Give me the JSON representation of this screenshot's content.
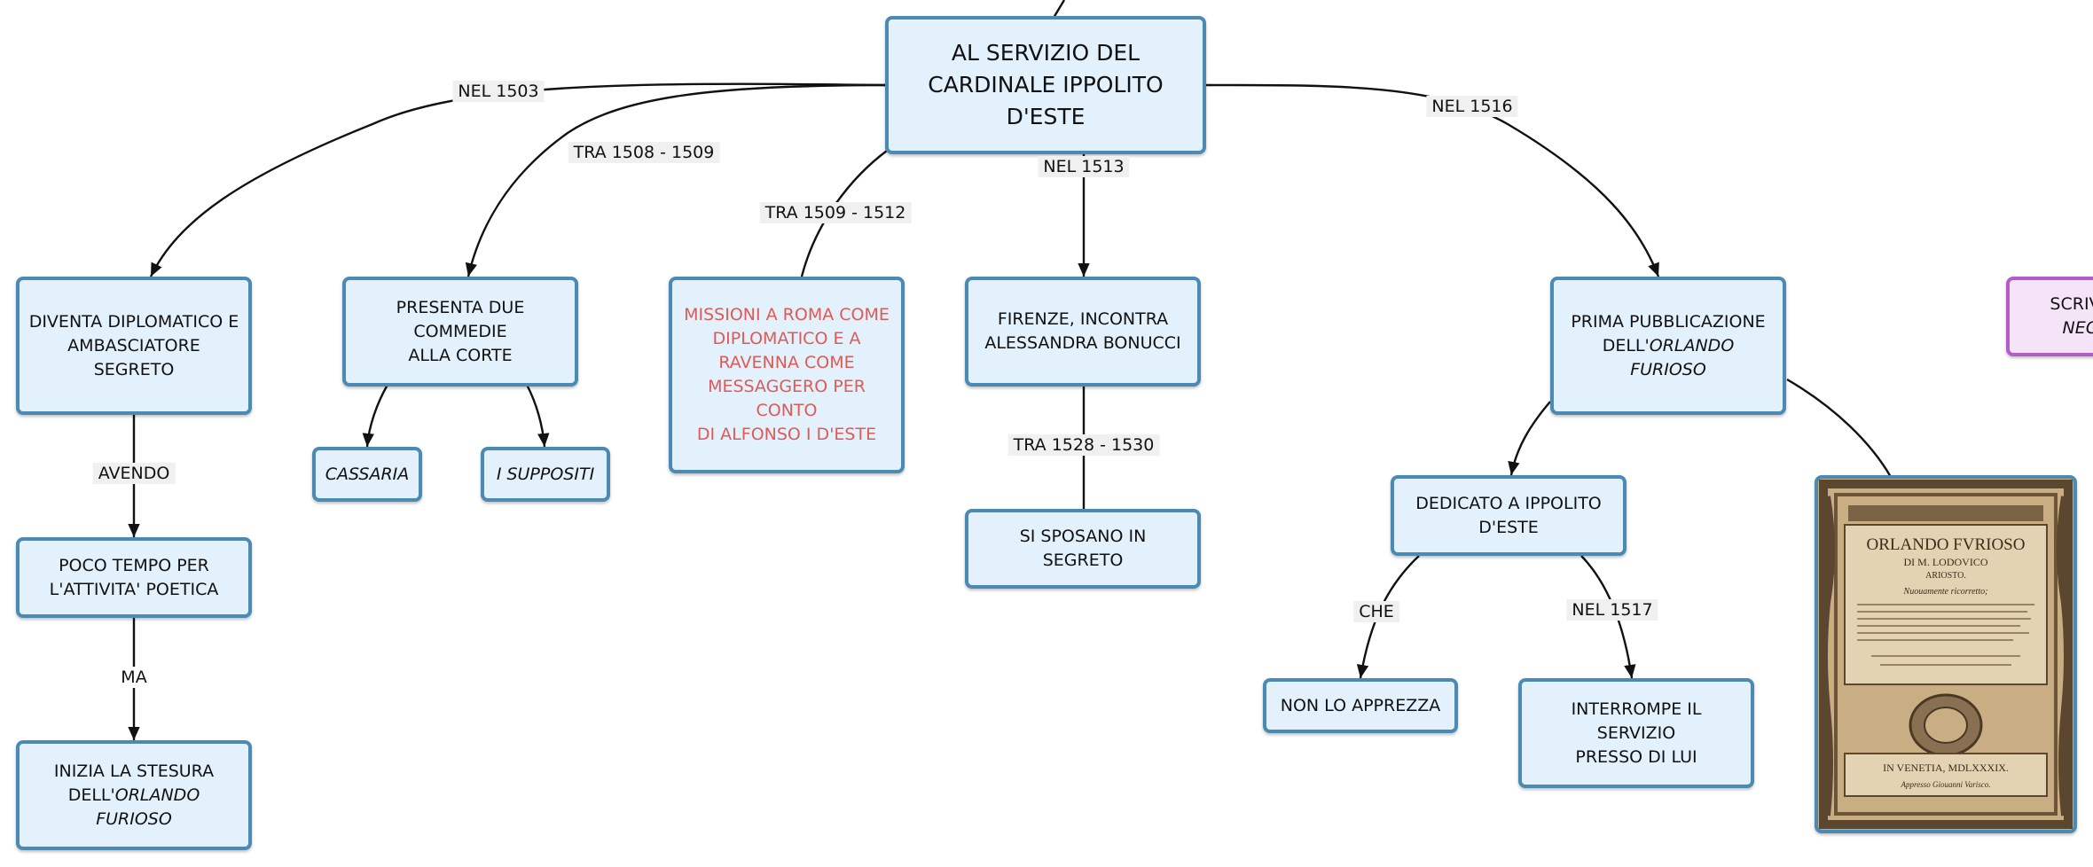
{
  "root": {
    "line1": "AL SERVIZIO DEL",
    "line2": "CARDINALE IPPOLITO",
    "line3": "D'ESTE"
  },
  "edge_labels": {
    "nel1503": "NEL 1503",
    "tra1508": "TRA 1508 - 1509",
    "tra1509": "TRA 1509 - 1512",
    "nel1513": "NEL 1513",
    "nel1516": "NEL 1516",
    "avendo": "AVENDO",
    "ma": "MA",
    "tra1528": "TRA 1528 - 1530",
    "che": "CHE",
    "nel1517": "NEL 1517"
  },
  "nodes": {
    "diplomatico": {
      "line1": "DIVENTA DIPLOMATICO E",
      "line2": "AMBASCIATORE SEGRETO"
    },
    "commedie": {
      "line1": "PRESENTA DUE COMMEDIE",
      "line2": "ALLA CORTE"
    },
    "missioni": {
      "line1": "MISSIONI A ROMA COME",
      "line2": "DIPLOMATICO E A",
      "line3": "RAVENNA COME",
      "line4": "MESSAGGERO PER CONTO",
      "line5": "DI ALFONSO I D'ESTE"
    },
    "firenze": {
      "line1": "FIRENZE, INCONTRA",
      "line2": "ALESSANDRA BONUCCI"
    },
    "pubblicazione": {
      "line1": "PRIMA PUBBLICAZIONE",
      "line2_prefix": "DELL'",
      "line2_italic": "ORLANDO FURIOSO"
    },
    "scrive": {
      "line1": "SCRIVE",
      "line2_italic": "NEG"
    },
    "cassaria": "CASSARIA",
    "suppositi": "I SUPPOSITI",
    "poco_tempo": {
      "line1": "POCO TEMPO PER",
      "line2": "L'ATTIVITA' POETICA"
    },
    "stesura": {
      "line1": "INIZIA LA STESURA",
      "line2_prefix": "DELL'",
      "line2_italic": "ORLANDO FURIOSO"
    },
    "sposano": "SI SPOSANO IN SEGRETO",
    "dedicato": {
      "line1": "DEDICATO A IPPOLITO",
      "line2": "D'ESTE"
    },
    "non_apprezza": "NON LO APPREZZA",
    "interrompe": {
      "line1": "INTERROMPE IL SERVIZIO",
      "line2": "PRESSO DI LUI"
    }
  },
  "book_cover": {
    "title": "ORLANDO FVRIOSO",
    "author_line": "DI M. LODOVICO",
    "author_name": "ARIOSTO.",
    "subtitle": "Nuouamente ricorretto;",
    "imprint": "IN VENETIA, MDLXXXIX.",
    "printer": "Appresso Giouanni Varisco."
  },
  "colors": {
    "node_fill": "#e3f1fc",
    "node_border": "#4a8ab3",
    "red_text": "#e05a55",
    "purple_border": "#b55ac9",
    "purple_fill": "#f5e3f8",
    "edge": "#111111"
  }
}
